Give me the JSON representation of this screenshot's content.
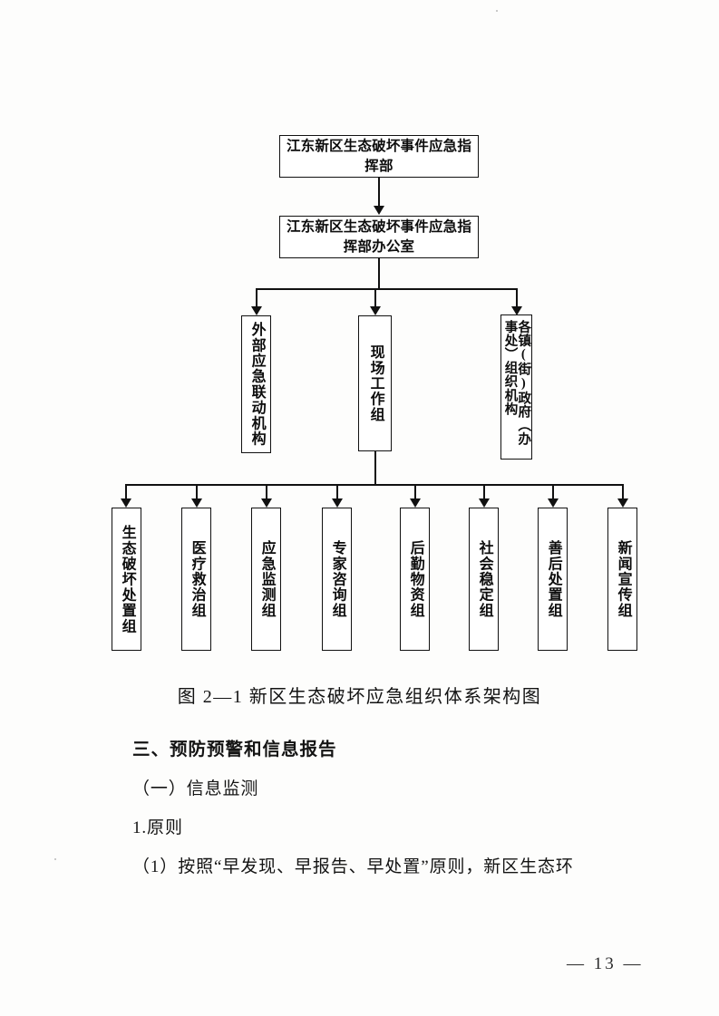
{
  "document": {
    "page_number": "— 13 —",
    "figure_caption": "图 2—1 新区生态破坏应急组织体系架构图"
  },
  "chart_data": {
    "type": "diagram",
    "title": "图 2—1 新区生态破坏应急组织体系架构图",
    "diagram_kind": "organizational-hierarchy-flowchart",
    "levels": [
      {
        "level": 1,
        "nodes": [
          {
            "id": "hq",
            "label": "江东新区生态破坏事件应急指挥部",
            "orientation": "horizontal"
          }
        ]
      },
      {
        "level": 2,
        "nodes": [
          {
            "id": "hq-office",
            "label": "江东新区生态破坏事件应急指挥部办公室",
            "orientation": "horizontal"
          }
        ]
      },
      {
        "level": 3,
        "nodes": [
          {
            "id": "external",
            "label": "外部应急联动机构",
            "orientation": "vertical"
          },
          {
            "id": "onsite",
            "label": "现场工作组",
            "orientation": "vertical"
          },
          {
            "id": "towns",
            "label": "各镇(街)政府（办事处）组织机构",
            "orientation": "vertical"
          }
        ]
      },
      {
        "level": 4,
        "nodes": [
          {
            "id": "g1",
            "label": "生态破坏处置组",
            "orientation": "vertical"
          },
          {
            "id": "g2",
            "label": "医疗救治组",
            "orientation": "vertical"
          },
          {
            "id": "g3",
            "label": "应急监测组",
            "orientation": "vertical"
          },
          {
            "id": "g4",
            "label": "专家咨询组",
            "orientation": "vertical"
          },
          {
            "id": "g5",
            "label": "后勤物资组",
            "orientation": "vertical"
          },
          {
            "id": "g6",
            "label": "社会稳定组",
            "orientation": "vertical"
          },
          {
            "id": "g7",
            "label": "善后处置组",
            "orientation": "vertical"
          },
          {
            "id": "g8",
            "label": "新闻宣传组",
            "orientation": "vertical"
          }
        ]
      }
    ],
    "edges": [
      {
        "from": "hq",
        "to": "hq-office",
        "style": "arrow"
      },
      {
        "from": "hq-office",
        "to": "external",
        "style": "arrow"
      },
      {
        "from": "hq-office",
        "to": "onsite",
        "style": "arrow"
      },
      {
        "from": "hq-office",
        "to": "towns",
        "style": "arrow"
      },
      {
        "from": "onsite",
        "to": "g1",
        "style": "arrow"
      },
      {
        "from": "onsite",
        "to": "g2",
        "style": "arrow"
      },
      {
        "from": "onsite",
        "to": "g3",
        "style": "arrow"
      },
      {
        "from": "onsite",
        "to": "g4",
        "style": "arrow"
      },
      {
        "from": "onsite",
        "to": "g5",
        "style": "arrow"
      },
      {
        "from": "onsite",
        "to": "g6",
        "style": "arrow"
      },
      {
        "from": "onsite",
        "to": "g7",
        "style": "arrow"
      },
      {
        "from": "onsite",
        "to": "g8",
        "style": "arrow"
      }
    ]
  },
  "body": {
    "lines": [
      {
        "text": "三、预防预警和信息报告",
        "style": "heading"
      },
      {
        "text": "（一）信息监测",
        "style": "normal"
      },
      {
        "text": "1.原则",
        "style": "normal"
      },
      {
        "text": "（1）按照“早发现、早报告、早处置”原则，新区生态环",
        "style": "normal"
      }
    ]
  }
}
